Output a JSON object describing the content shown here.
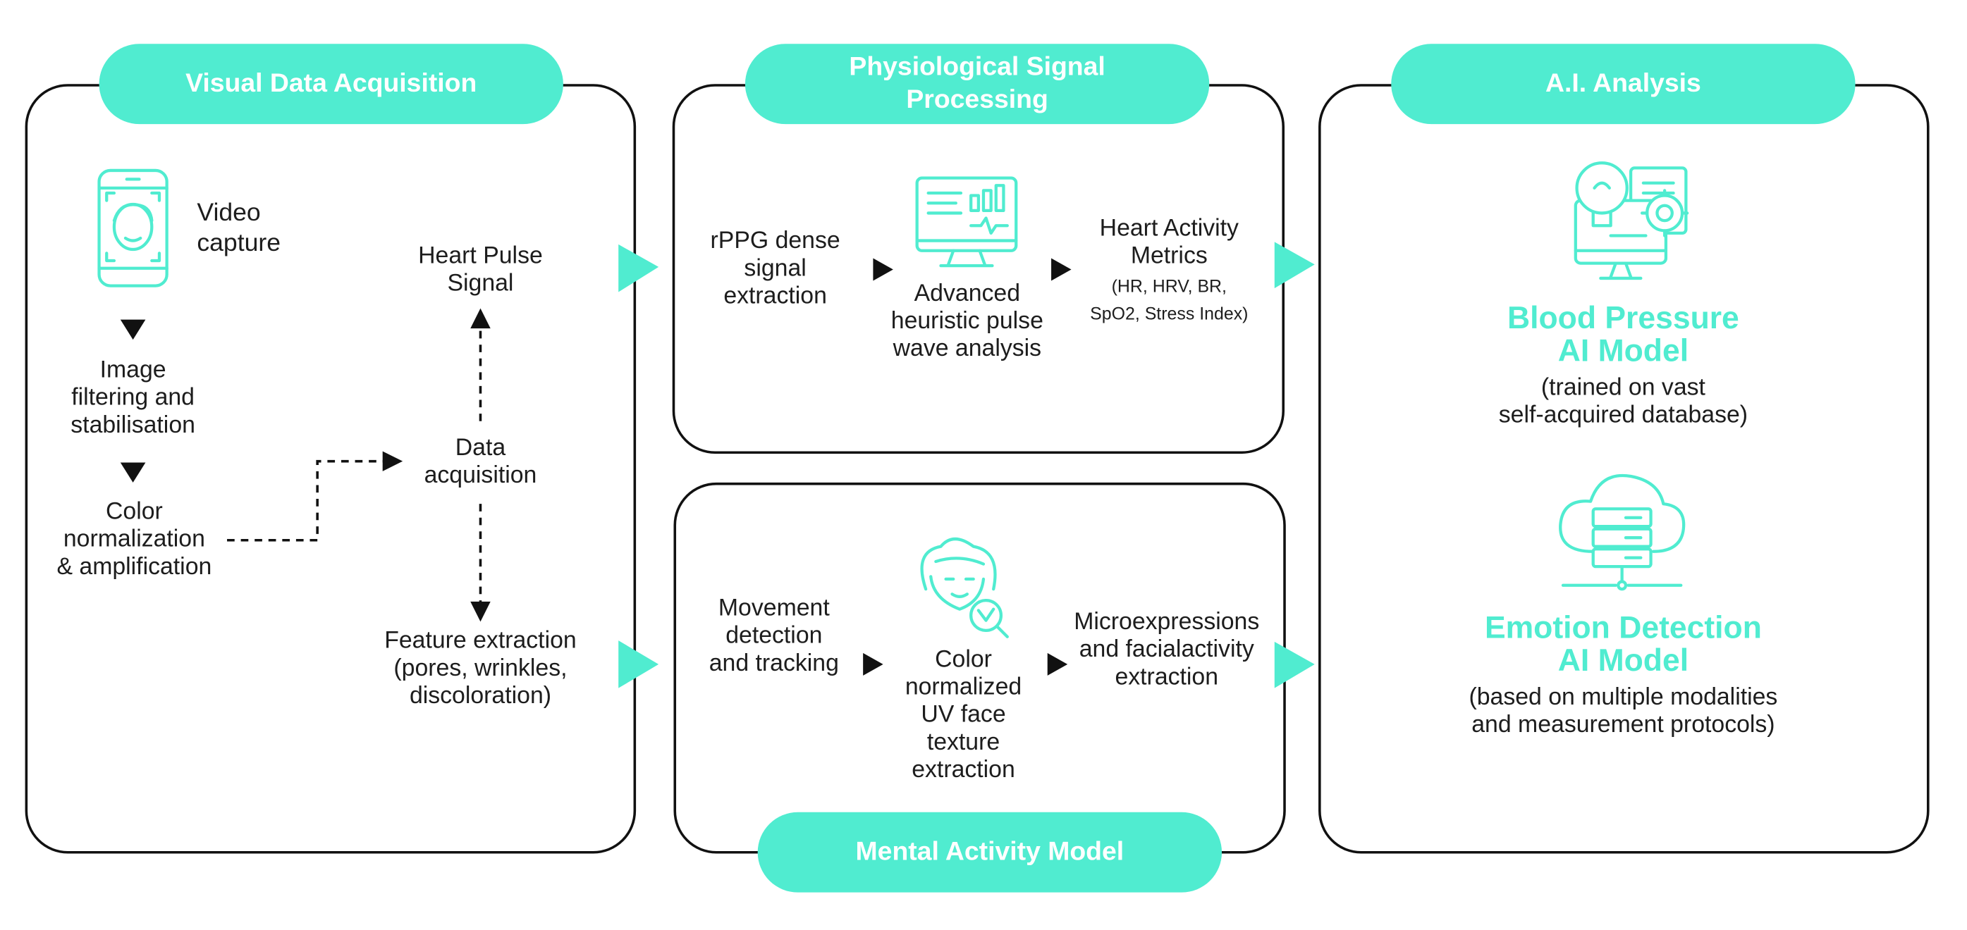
{
  "colors": {
    "accent": "#50ecd0",
    "ink": "#111111",
    "text": "#1d1d1d"
  },
  "visual": {
    "title": "Visual Data Acquisition",
    "video_capture": "Video\ncapture",
    "image_filtering": "Image\nfiltering and\nstabilisation",
    "color_normalization": "Color\nnormalization\n& amplification",
    "data_acquisition": "Data\nacquisition",
    "heart_pulse": "Heart Pulse\nSignal",
    "feature_extraction": "Feature extraction\n(pores, wrinkles,\ndiscoloration)"
  },
  "physio": {
    "title": "Physiological Signal\nProcessing",
    "rppg": "rPPG dense\nsignal\nextraction",
    "heuristic": "Advanced\nheuristic pulse\nwave analysis",
    "metrics_title": "Heart Activity\nMetrics",
    "metrics_detail": "(HR, HRV, BR,\nSpO2, Stress Index)"
  },
  "mental": {
    "title": "Mental Activity Model",
    "movement": "Movement\ndetection\nand tracking",
    "uv_texture": "Color\nnormalized\nUV face\ntexture\nextraction",
    "micro": "Microexpressions\nand facialactivity\nextraction"
  },
  "ai": {
    "title": "A.I. Analysis",
    "bp_title": "Blood Pressure\nAI Model",
    "bp_desc": "(trained on vast\nself-acquired database)",
    "emotion_title": "Emotion Detection\nAI Model",
    "emotion_desc": "(based on multiple modalities\nand measurement protocols)"
  },
  "icons": [
    "phone-face-icon",
    "monitor-chart-icon",
    "face-scan-icon",
    "ai-bulb-gear-icon",
    "cloud-server-icon"
  ]
}
